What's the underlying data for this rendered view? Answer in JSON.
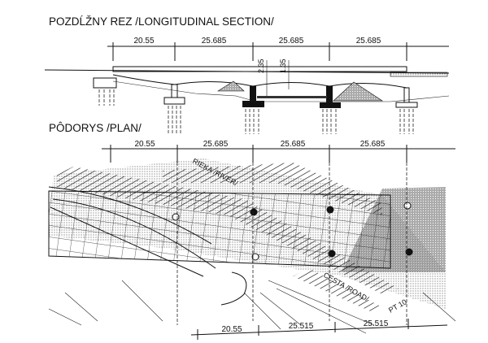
{
  "section": {
    "title": "POZDĹŽNY REZ /LONGITUDINAL SECTION/",
    "spans": [
      "20.55",
      "25.685",
      "25.685",
      "25.685"
    ],
    "heights": [
      "2.35",
      "1.35"
    ]
  },
  "plan": {
    "title": "PÔDORYS /PLAN/",
    "spans_top": [
      "20.55",
      "25.685",
      "25.685",
      "25.685"
    ],
    "spans_bottom": [
      "20.55",
      "25.515",
      "25.515"
    ],
    "river_label": "RIEKA /RIVER/",
    "road_label": "CESTA /ROAD/",
    "pt_label": "PT 10"
  },
  "colors": {
    "line": "#111111",
    "fill_gray": "#b8b8b8"
  }
}
